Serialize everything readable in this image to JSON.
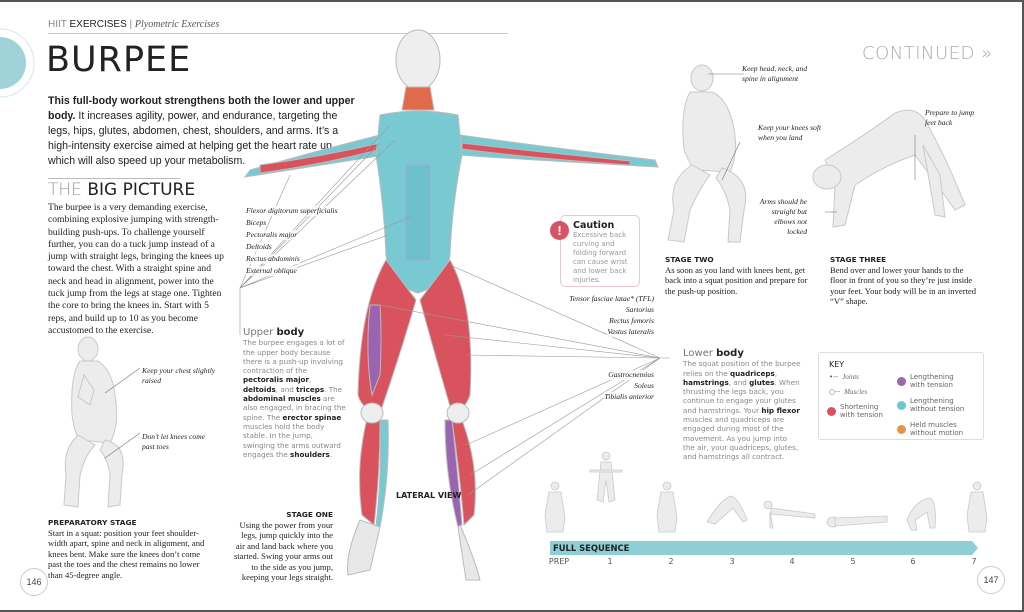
{
  "header": {
    "section": "HIIT",
    "section_bold": "EXERCISES",
    "separator": "|",
    "subsection": "Plyometric Exercises"
  },
  "title": "BURPEE",
  "continued": "CONTINUED »",
  "intro": {
    "bold": "This full-body workout strengthens both the lower and upper body.",
    "text": " It increases agility, power, and endurance, targeting the legs, hips, glutes, abdomen, chest, shoulders, and arms. It’s a high-intensity exercise aimed at helping get the heart rate up, which will also speed up your metabolism."
  },
  "big_picture": {
    "light": "THE ",
    "bold": "BIG PICTURE",
    "text": "The burpee is a very demanding exercise, combining explosive jumping with strength-building push-ups. To challenge yourself further, you can do a tuck jump instead of a jump with straight legs, bringing the knees up toward the chest. With a straight spine and neck and head in alignment, power into the tuck jump from the legs at stage one. Tighten the core to bring the knees in. Start with 5 reps, and build up to 10 as you become accustomed to the exercise."
  },
  "prep": {
    "ann1": "Keep your chest slightly raised",
    "ann2": "Don’t let knees come past toes",
    "heading": "PREPARATORY STAGE",
    "text": "Start in a squat: position your feet shoulder-width apart, spine and neck in alignment, and knees bent. Make sure the knees don’t come past the toes and the chest remains no lower than 45-degree angle."
  },
  "stage_one": {
    "heading": "STAGE ONE",
    "text": "Using the power from your legs, jump quickly into the air and land back where you started. Swing your arms out to the side as you jump, keeping your legs straight."
  },
  "lateral_view": "LATERAL VIEW",
  "upper_muscles": [
    "Flexor digitorum superficialis",
    "Biceps",
    "Pectoralis major",
    "Deltoids",
    "Rectus abdominis",
    "External oblique"
  ],
  "lower_muscles": [
    "Tensor fasciae latae* (TFL)",
    "Sartorius",
    "Rectus femoris",
    "Vastus lateralis",
    "Gastrocnemius",
    "Soleus",
    "Tibialis anterior"
  ],
  "upper_body": {
    "h_light": "Upper ",
    "h_bold": "body",
    "t1": "The burpee engages a lot of the upper body because there is a push-up involving contraction of the ",
    "b1": "pectoralis major",
    "t2": ", ",
    "b2": "deltoids",
    "t3": ", and ",
    "b3": "triceps",
    "t4": ". The ",
    "b4": "abdominal muscles",
    "t5": " are also engaged, in bracing the spine. The ",
    "b5": "erector spinae",
    "t6": " muscles hold the body stable. In the jump, swinging the arms outward engages the ",
    "b6": "shoulders",
    "t7": "."
  },
  "lower_body": {
    "h_light": "Lower ",
    "h_bold": "body",
    "t1": "The squat position of the burpee relies on the ",
    "b1": "quadriceps",
    "t2": ", ",
    "b2": "hamstrings",
    "t3": ", and ",
    "b3": "glutes",
    "t4": ". When thrusting the legs back, you continue to engage your glutes and hamstrings. Your ",
    "b4": "hip flexor",
    "t5": " muscles and quadriceps are engaged during most of the movement. As you jump into the air, your quadriceps, glutes, and hamstrings all contract."
  },
  "caution": {
    "icon": "exclamation-icon",
    "title": "Caution",
    "text": "Excessive back curving and folding forward can cause wrist and lower back injuries."
  },
  "stage_two": {
    "ann1": "Keep head, neck, and spine in alignment",
    "ann2": "Keep your knees soft when you land",
    "heading": "STAGE TWO",
    "text": "As soon as you land with knees bent, get back into a squat position and prepare for the push-up position."
  },
  "stage_three": {
    "ann1": "Prepare to jump feet back",
    "ann2": "Arms should be straight but elbows not locked",
    "heading": "STAGE THREE",
    "text": "Bend over and lower your hands to the floor in front of you so they’re just inside your feet. Your body will be in an inverted “V” shape."
  },
  "key": {
    "title": "KEY",
    "joints": "Joints",
    "muscles": "Muscles",
    "items": [
      {
        "label": "Shortening with tension",
        "color": "#d9535f"
      },
      {
        "label": "Lengthening with tension",
        "color": "#9a64b0"
      },
      {
        "label": "Lengthening without tension",
        "color": "#6cc7cf"
      },
      {
        "label": "Held muscles without motion",
        "color": "#e9934a"
      }
    ]
  },
  "sequence": {
    "label": "FULL SEQUENCE",
    "ticks": [
      "PREP",
      "1",
      "2",
      "3",
      "4",
      "5",
      "6",
      "7"
    ],
    "color": "#8ecfd6"
  },
  "pages": {
    "left": "146",
    "right": "147"
  },
  "colors": {
    "accent": "#8ecfd6",
    "muscle_red": "#d9535f",
    "muscle_teal": "#6cc7cf",
    "muscle_purple": "#9a64b0"
  }
}
